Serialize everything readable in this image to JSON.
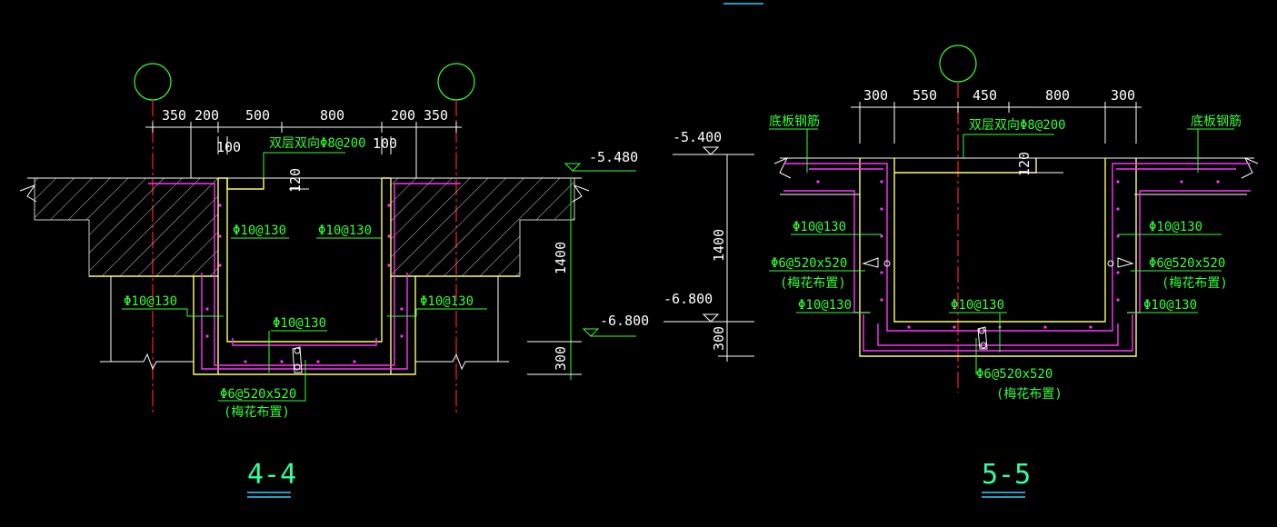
{
  "colors": {
    "background": "#000000",
    "dimension": "#ffffff",
    "annotation": "#33ff33",
    "concrete": "#ffff66",
    "rebar": "#ff33ff",
    "axis": "#ff2020"
  },
  "section_4_4": {
    "title": "4-4",
    "dims_top": [
      "350",
      "200",
      "500",
      "800",
      "200",
      "350"
    ],
    "dims_inner": [
      "100",
      "100"
    ],
    "top_rebar": "双层双向Φ8@200",
    "slab_thk": "120",
    "level_top": "-5.480",
    "level_bottom": "-6.800",
    "depth": "1400",
    "base_thk": "300",
    "rebar_wall_left": "Φ10@130",
    "rebar_wall_right": "Φ10@130",
    "rebar_outer_left": "Φ10@130",
    "rebar_outer_right": "Φ10@130",
    "rebar_bottom": "Φ10@130",
    "tie_label": "Φ6@520x520",
    "tie_note": "(梅花布置)"
  },
  "section_5_5": {
    "title": "5-5",
    "dims_top": [
      "300",
      "550",
      "450",
      "800",
      "300"
    ],
    "top_rebar": "双层双向Φ8@200",
    "slab_thk": "120",
    "level_top": "-5.400",
    "level_bottom": "-6.800",
    "depth": "1400",
    "base_thk": "300",
    "bottom_rebar_left": "底板钢筋",
    "bottom_rebar_right": "底板钢筋",
    "rebar_wall_left": "Φ10@130",
    "rebar_wall_right": "Φ10@130",
    "tie_left": "Φ6@520x520",
    "tie_left_note": "(梅花布置)",
    "tie_right": "Φ6@520x520",
    "tie_right_note": "(梅花布置)",
    "rebar_low_left": "Φ10@130",
    "rebar_low_right": "Φ10@130",
    "rebar_bottom": "Φ10@130",
    "tie_bottom": "Φ6@520x520",
    "tie_bottom_note": "(梅花布置)"
  }
}
